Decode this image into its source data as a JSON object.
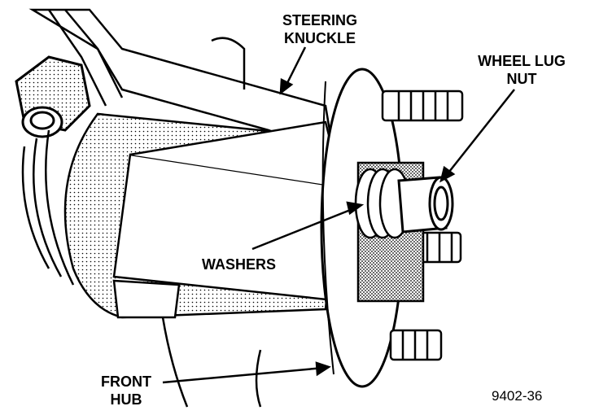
{
  "labels": {
    "steering_knuckle": [
      "STEERING",
      "KNUCKLE"
    ],
    "wheel_lug_nut": [
      "WHEEL LUG",
      "NUT"
    ],
    "washers": "WASHERS",
    "front_hub": [
      "FRONT",
      "HUB"
    ]
  },
  "figure_id": "9402-36",
  "colors": {
    "ink": "#000000",
    "paper": "#ffffff",
    "shade": "#9a9a9a"
  }
}
